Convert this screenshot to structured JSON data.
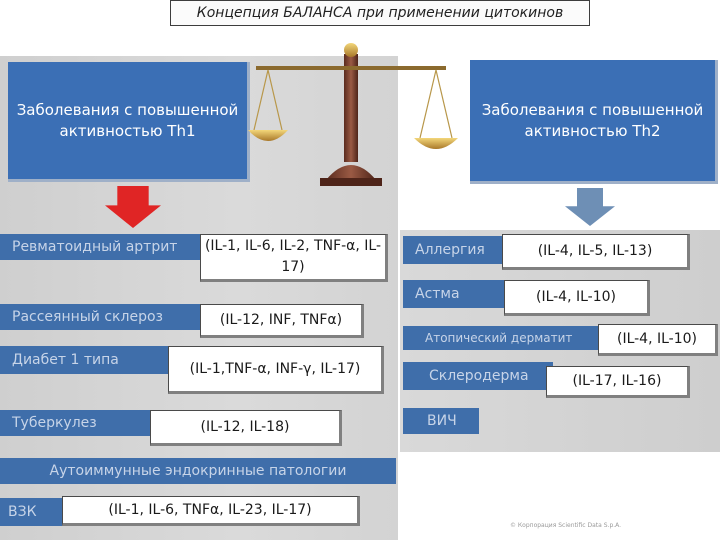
{
  "title": "Концепция БАЛАНСА при применении цитокинов",
  "th1_heading": "Заболевания с повышенной активностью Th1",
  "th2_heading": "Заболевания с повышенной активностью Th2",
  "left": {
    "items": [
      {
        "disease": "Ревматоидный артрит",
        "cytokines": "(IL-1, IL-6, IL-2, TNF-α, IL-17)"
      },
      {
        "disease": "Рассеянный склероз",
        "cytokines": "(IL-12, INF, TNFα)"
      },
      {
        "disease": "Диабет 1 типа",
        "cytokines": "(IL-1,TNF-α, INF-γ, IL-17)"
      },
      {
        "disease": "Туберкулез",
        "cytokines": "(IL-12, IL-18)"
      }
    ],
    "autoimmune": "Аутоиммунные эндокринные патологии",
    "ibd": {
      "disease": "ВЗК",
      "cytokines": "(IL-1, IL-6, TNFα, IL-23, IL-17)"
    }
  },
  "right": {
    "items": [
      {
        "disease": "Аллергия",
        "cytokines": "(IL-4, IL-5, IL-13)"
      },
      {
        "disease": "Астма",
        "cytokines": "(IL-4, IL-10)"
      },
      {
        "disease": "Атопический дерматит",
        "cytokines": "(IL-4, IL-10)"
      },
      {
        "disease": "Склеродерма",
        "cytokines": "(IL-17, IL-16)"
      },
      {
        "disease": "ВИЧ"
      }
    ]
  },
  "copyright": "© Корпорация Scientific Data S.p.A.",
  "icons": {
    "scales": "balance-scales-icon",
    "down_arrow_left": "red-down-arrow-icon",
    "down_arrow_right": "blue-down-arrow-icon"
  },
  "colors": {
    "heading_blue": "#3b6fb5",
    "bar_blue": "#3f6eaa",
    "arrow_red": "#e02525",
    "arrow_blue": "#6e8fb5"
  }
}
